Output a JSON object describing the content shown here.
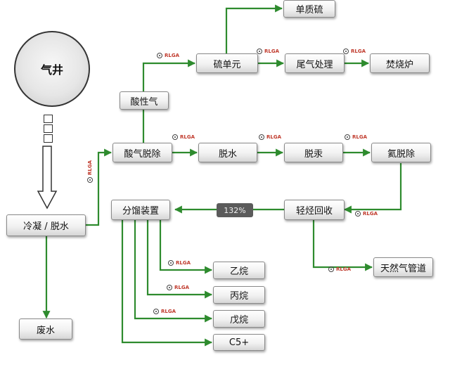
{
  "source": {
    "well_label": "气井"
  },
  "nodes": {
    "cooling": "冷凝 / 脱水",
    "waste_water": "废水",
    "deacid": "酸气脱除",
    "acid_gas": "酸性气",
    "sulfur_unit": "硫单元",
    "elemental_sulfur": "单质硫",
    "tail_gas": "尾气处理",
    "incinerator": "焚烧炉",
    "dehydration": "脱水",
    "demercury": "脱汞",
    "denitrogen": "氦脱除",
    "light_hc": "轻烃回收",
    "pipeline": "天然气管道",
    "fractionation": "分馏装置",
    "ethane": "乙烷",
    "propane": "丙烷",
    "pentane": "戊烷",
    "c5plus": "C5+"
  },
  "sensor_label": "RLGA",
  "zoom_badge": "132%",
  "colors": {
    "line": "#2e8b2e",
    "sensor_text": "#c0392b"
  },
  "icons": [
    "sensor-ring-icon",
    "arrow-head-icon"
  ]
}
